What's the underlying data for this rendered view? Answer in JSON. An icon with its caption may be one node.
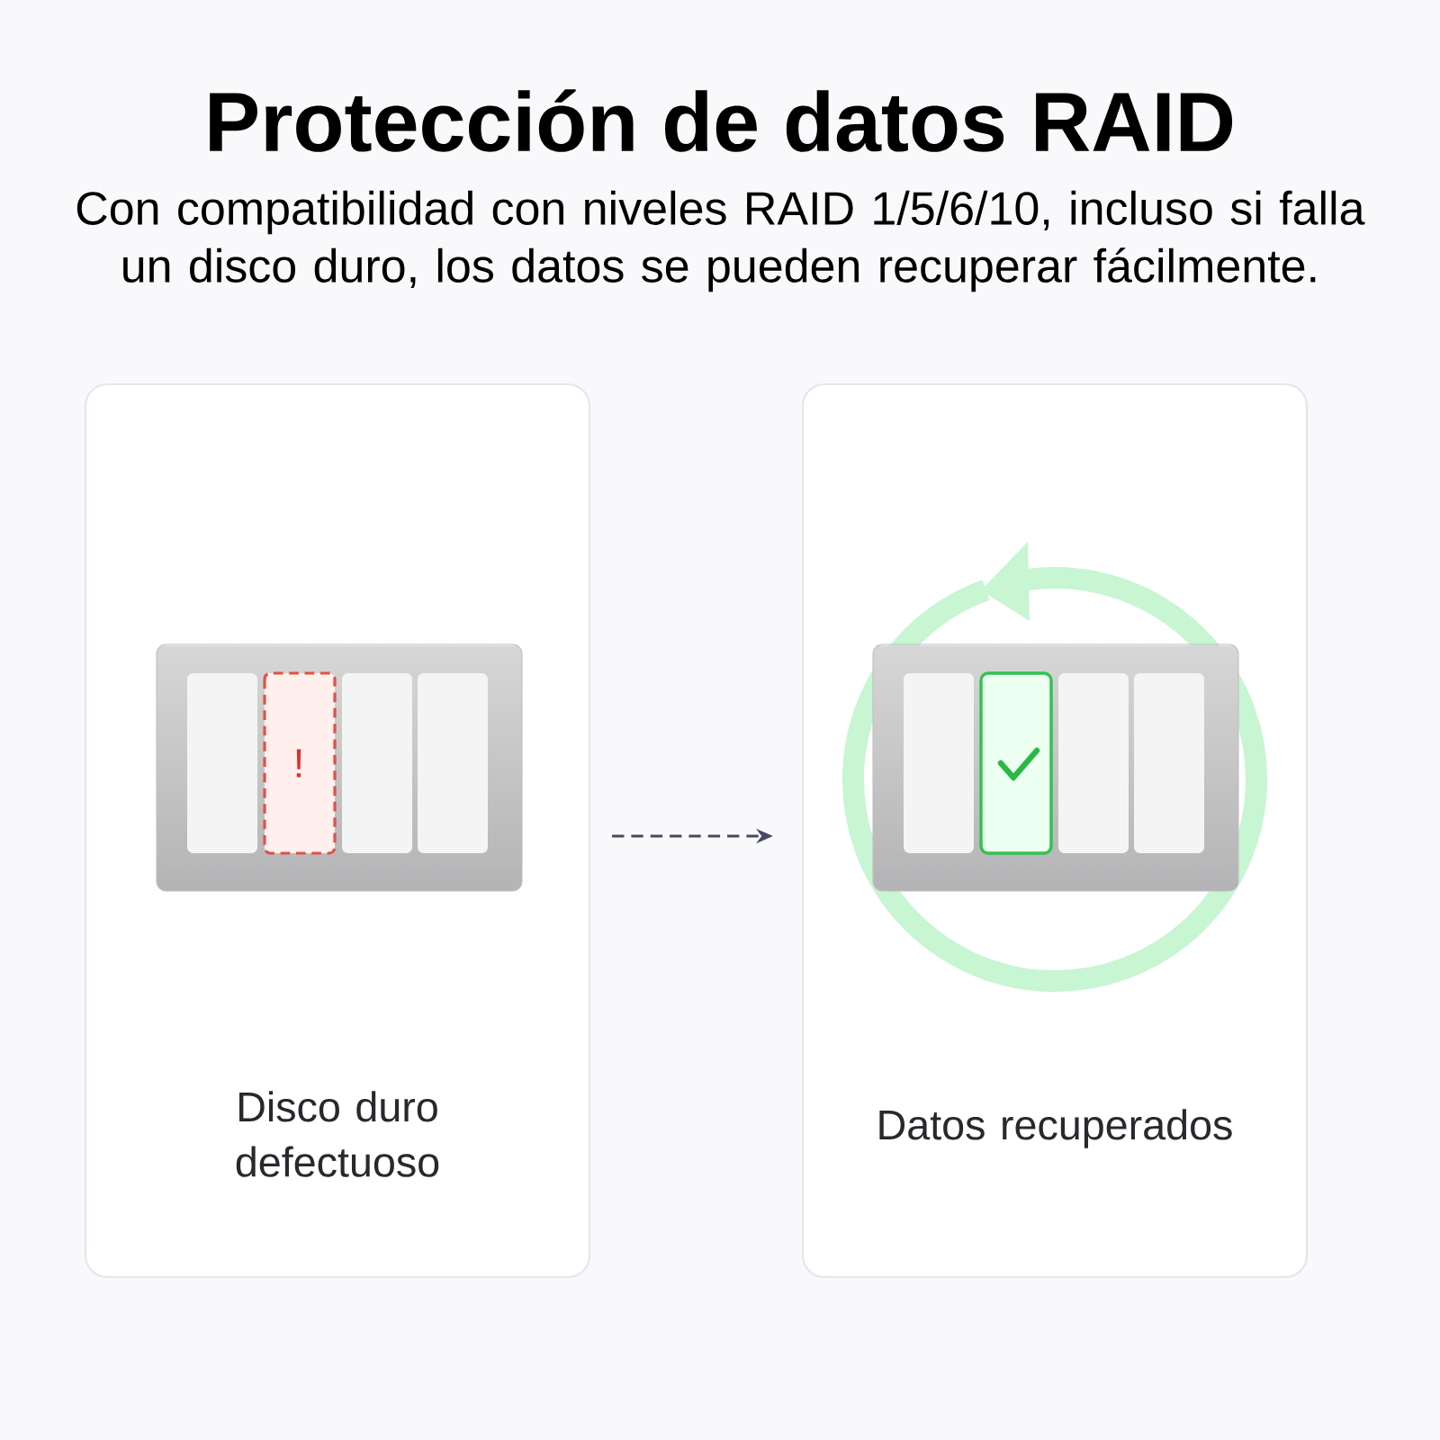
{
  "diagram": {
    "title": "Protección de datos RAID",
    "caption": "Con compatibilidad con niveles RAID 1/5/6/10, incluso si falla un disco duro, los datos se pueden recuperar fácilmente.",
    "nodes": [
      {
        "text": [
          "Disco duro defectuoso"
        ]
      },
      {
        "text": [
          "Datos recuperados"
        ]
      }
    ],
    "edges": [
      {
        "from": 0,
        "to": 1,
        "arrow": "to",
        "style": "dashed"
      }
    ],
    "labels": [
      "!"
    ]
  }
}
